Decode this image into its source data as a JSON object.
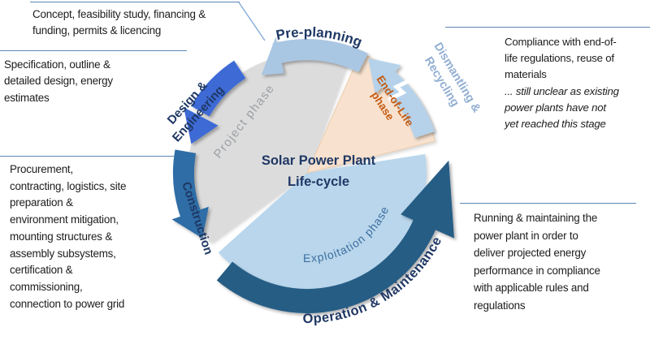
{
  "diagram": {
    "center_title_line1": "Solar Power Plant",
    "center_title_line2": "Life-cycle"
  },
  "cycle": {
    "preplanning": "Pre-planning",
    "design_line1": "Design &",
    "design_line2": "Engineering",
    "construction": "Construction",
    "operation_maintenance": "Operation & Maintenance",
    "dismantling_line1": "Dismantling &",
    "dismantling_line2": "Recycling",
    "eol_line1": "End-of-Life",
    "eol_line2": "phase",
    "project_phase": "Project phase",
    "exploitation_phase": "Exploitation phase"
  },
  "callouts": {
    "preplanning": {
      "lines": [
        "Concept, feasibility study, financing &",
        "funding, permits & licencing"
      ]
    },
    "design": {
      "lines": [
        "Specification, outline &",
        "detailed design, energy",
        "estimates"
      ]
    },
    "construction": {
      "lines": [
        "Procurement,",
        "contracting, logistics, site",
        "preparation &",
        "environment mitigation,",
        "mounting structures &",
        "assembly subsystems,",
        "certification &",
        "commissioning,",
        "connection to power grid"
      ]
    },
    "eol": {
      "lines": [
        "Compliance with end-of-",
        "life regulations, reuse of",
        "materials"
      ],
      "italic_lines": [
        "... still unclear as existing",
        "power plants have not",
        "yet reached this stage"
      ]
    },
    "operation": {
      "lines": [
        "Running & maintaining the",
        "power plant in order to",
        "deliver projected energy",
        "performance in compliance",
        "with applicable rules and",
        "regulations"
      ]
    }
  },
  "colors": {
    "navy_label": "#1f3864",
    "royal_blue_arrow": "#3e6bd5",
    "steel_blue_arrow": "#2f6da6",
    "dark_blue_arrow": "#265d85",
    "light_blue_arrow": "#a9c6e3",
    "pale_blue_arrow": "#b5d2ea",
    "gray_sector": "#dcdcdc",
    "blue_sector": "#b9d6ec",
    "peach_sector": "#f8e2cf",
    "orange_text": "#c55a11",
    "muted_blue_text": "#92aed2",
    "muted_gray_text": "#9ba0a5",
    "exploitation_text": "#3c6e9f",
    "callout_rule": "#5b87b5",
    "body_text": "#1c1c1c"
  }
}
